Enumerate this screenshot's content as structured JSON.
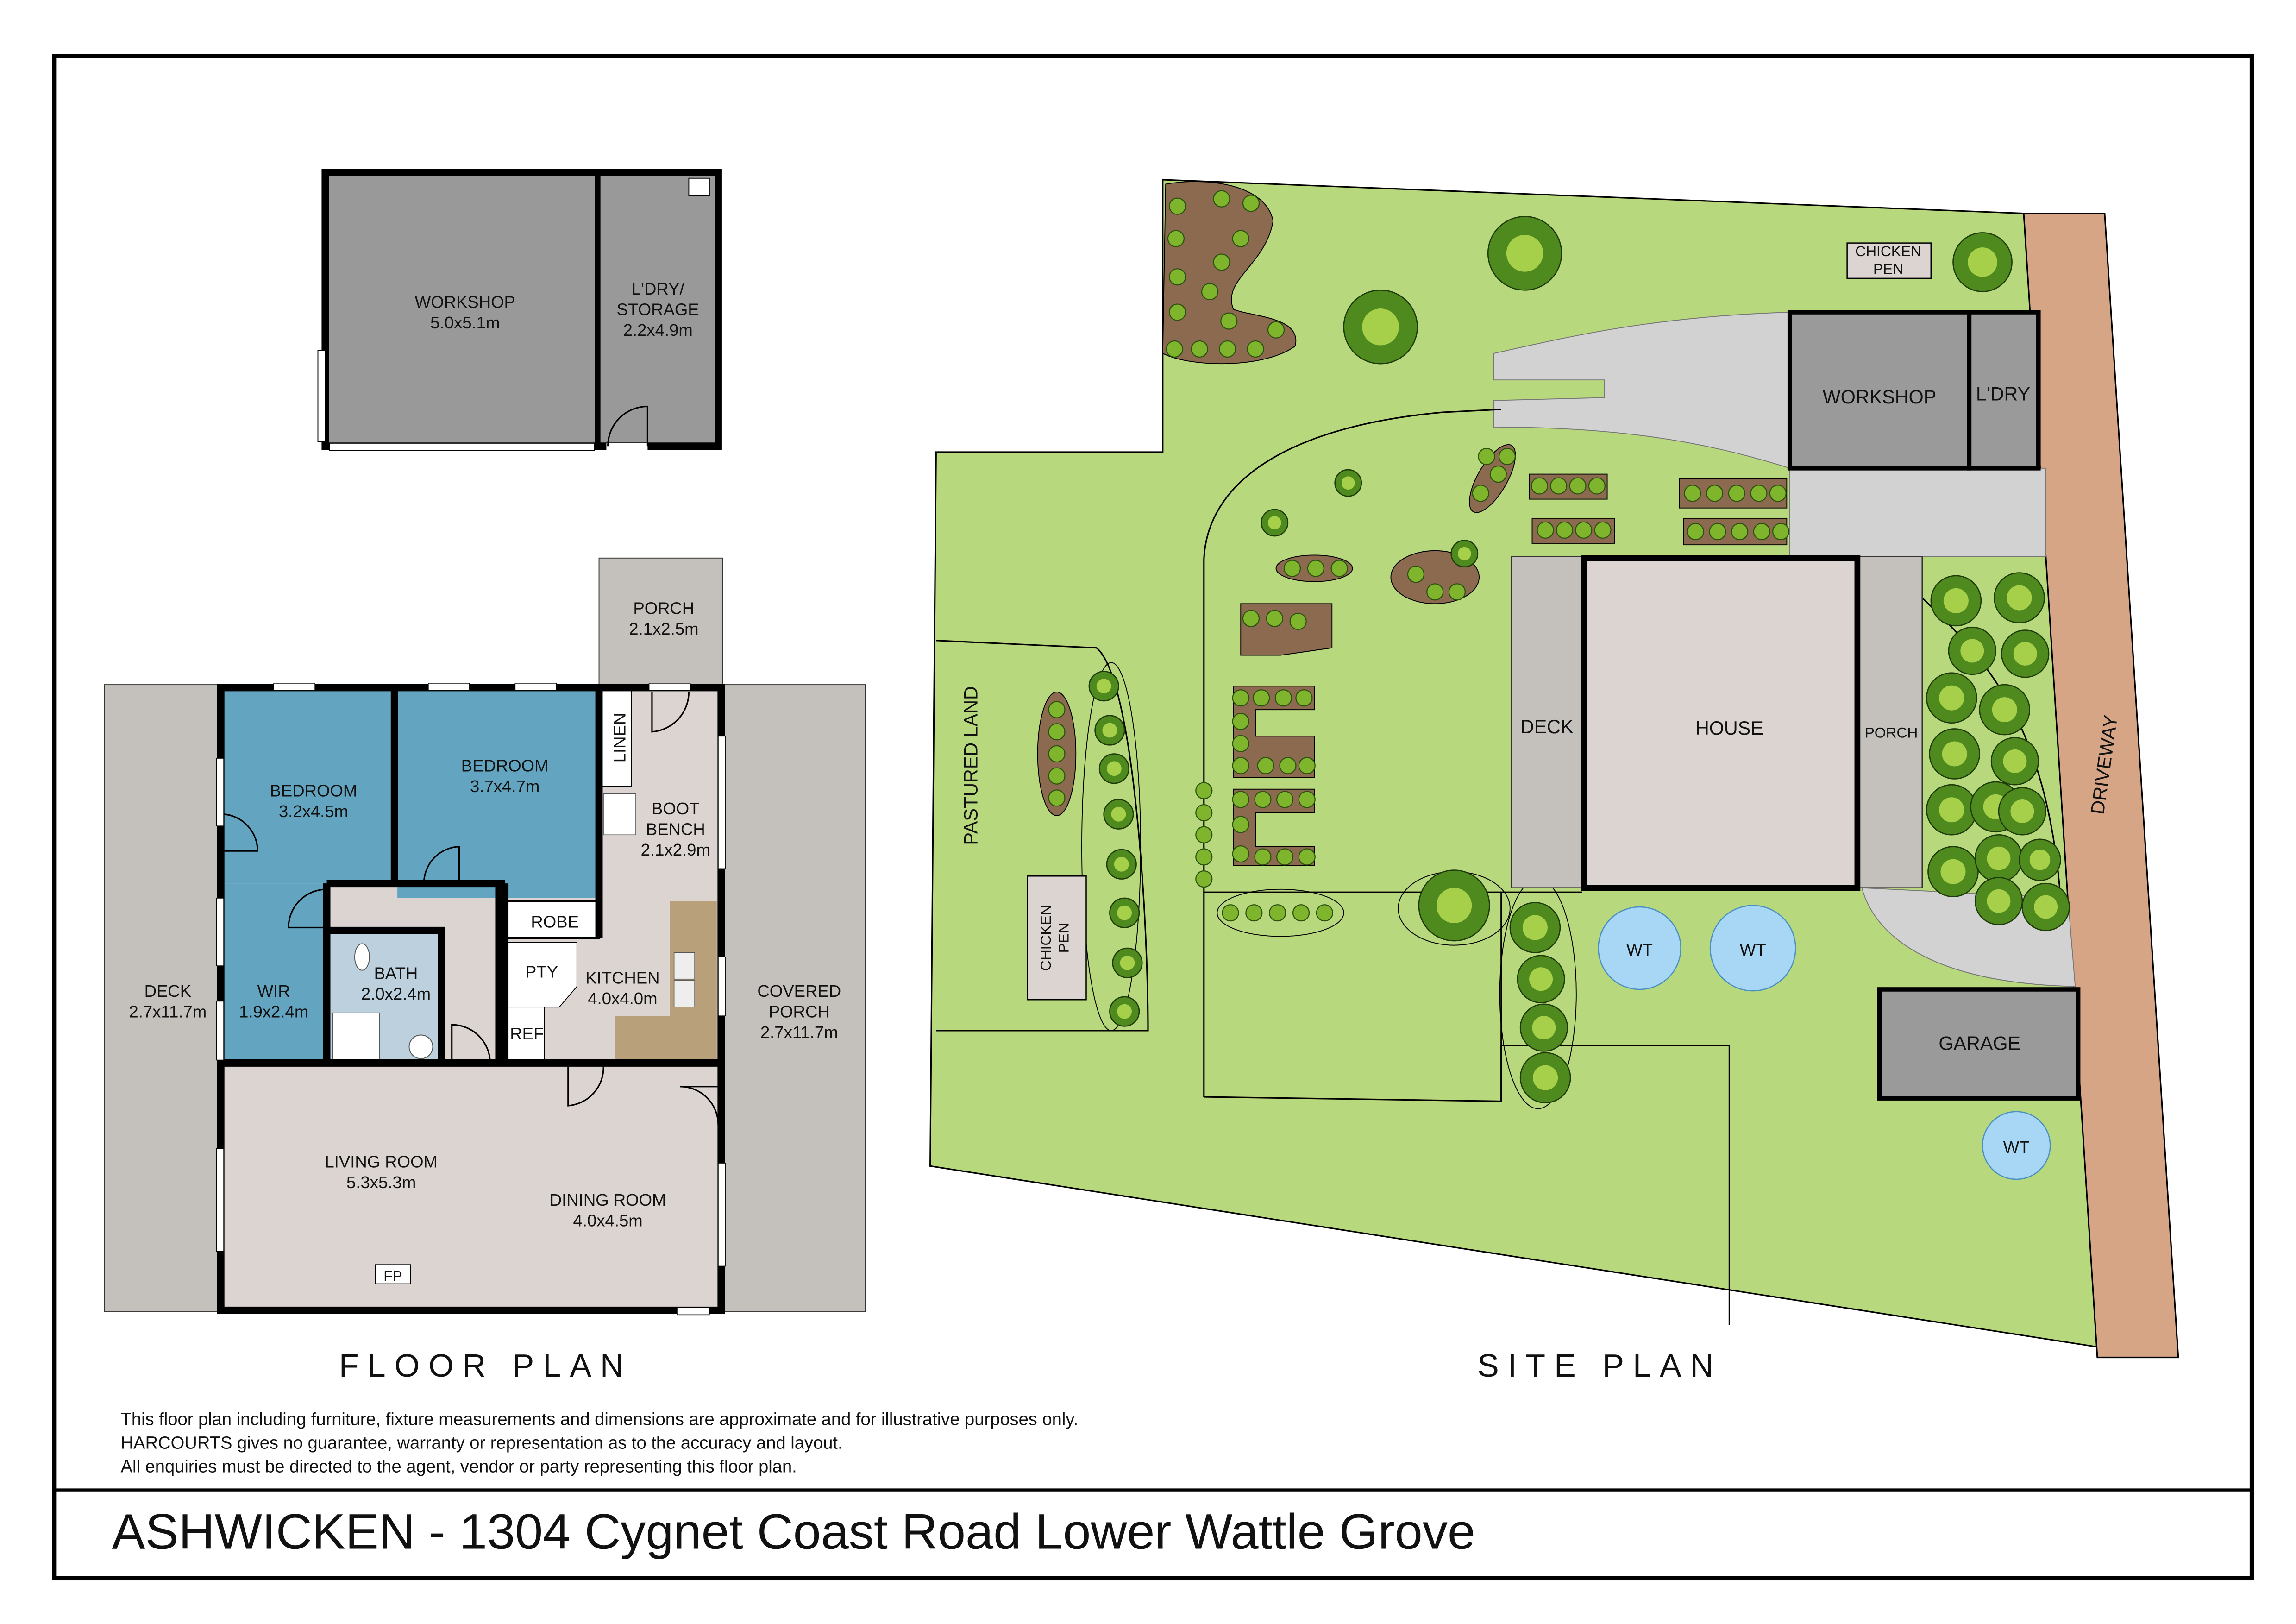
{
  "title": "ASHWICKEN - 1304 Cygnet Coast Road Lower Wattle Grove",
  "headings": {
    "floor_plan": "FLOOR PLAN",
    "site_plan": "SITE PLAN"
  },
  "disclaimer": [
    "This floor plan including furniture, fixture measurements and dimensions are approximate and for illustrative purposes only.",
    "HARCOURTS gives no guarantee, warranty or representation as to the accuracy and layout.",
    "All enquiries must be directed to the agent, vendor or party representing this floor plan."
  ],
  "outbuilding": {
    "workshop": {
      "name": "WORKSHOP",
      "size": "5.0x5.1m"
    },
    "laundry": {
      "name1": "L'DRY/",
      "name2": "STORAGE",
      "size": "2.2x4.9m"
    }
  },
  "floor_plan": {
    "porch": {
      "name": "PORCH",
      "size": "2.1x2.5m"
    },
    "bedroom1": {
      "name": "BEDROOM",
      "size": "3.2x4.5m"
    },
    "bedroom2": {
      "name": "BEDROOM",
      "size": "3.7x4.7m"
    },
    "linen": "LINEN",
    "boot_bench": {
      "name1": "BOOT",
      "name2": "BENCH",
      "size": "2.1x2.9m"
    },
    "robe": "ROBE",
    "pty": "PTY",
    "ref": "REF",
    "kitchen": {
      "name": "KITCHEN",
      "size": "4.0x4.0m"
    },
    "bath": {
      "name": "BATH",
      "size": "2.0x2.4m"
    },
    "wir": {
      "name": "WIR",
      "size": "1.9x2.4m"
    },
    "deck": {
      "name": "DECK",
      "size": "2.7x11.7m"
    },
    "covered_porch": {
      "name1": "COVERED",
      "name2": "PORCH",
      "size": "2.7x11.7m"
    },
    "living": {
      "name": "LIVING ROOM",
      "size": "5.3x5.3m"
    },
    "dining": {
      "name": "DINING ROOM",
      "size": "4.0x4.5m"
    },
    "fp": "FP"
  },
  "site_plan": {
    "chicken_pen_top": {
      "l1": "CHICKEN",
      "l2": "PEN"
    },
    "chicken_pen_side": {
      "l1": "CHICKEN",
      "l2": "PEN"
    },
    "workshop": "WORKSHOP",
    "laundry": "L'DRY",
    "deck": "DECK",
    "house": "HOUSE",
    "porch": "PORCH",
    "garage": "GARAGE",
    "water_tanks": [
      "WT",
      "WT",
      "WT"
    ],
    "pastured_land": "PASTURED LAND",
    "driveway": "DRIVEWAY"
  },
  "colors": {
    "bedroom": "#63a5c1",
    "bath": "#bdd0de",
    "floor": "#dcd4d1",
    "deck": "#c4c0bc",
    "lawn": "#b8d87e",
    "driveway": "#d5a586",
    "building": "#9a9a9a",
    "tank": "#a8d7f5"
  }
}
